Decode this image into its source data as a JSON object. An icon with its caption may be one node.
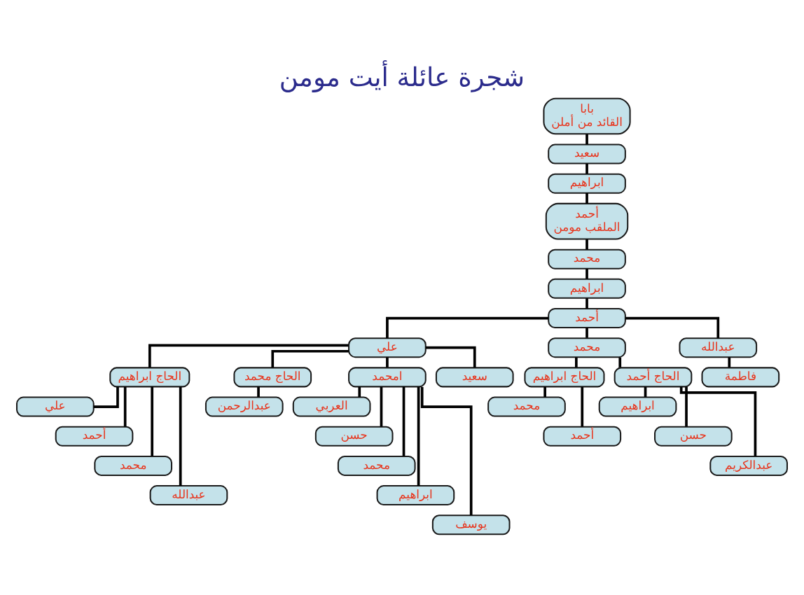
{
  "diagram": {
    "title": "شجرة عائلة أيت مومن",
    "nodes": [
      {
        "text": [
          "بابا",
          "القائد من أملن"
        ]
      },
      {
        "text": [
          "سعيد"
        ]
      },
      {
        "text": [
          "ابراهيم"
        ]
      },
      {
        "text": [
          "أحمد",
          "الملقب مومن"
        ]
      },
      {
        "text": [
          "محمد"
        ]
      },
      {
        "text": [
          "ابراهيم"
        ]
      },
      {
        "text": [
          "أحمد"
        ]
      },
      {
        "text": [
          "علي"
        ]
      },
      {
        "text": [
          "محمد"
        ]
      },
      {
        "text": [
          "عبدالله"
        ]
      },
      {
        "text": [
          "الحاج ابراهيم"
        ]
      },
      {
        "text": [
          "الحاج محمد"
        ]
      },
      {
        "text": [
          "امحمد"
        ]
      },
      {
        "text": [
          "سعيد"
        ]
      },
      {
        "text": [
          "الحاج ابراهيم"
        ]
      },
      {
        "text": [
          "الحاج أحمد"
        ]
      },
      {
        "text": [
          "فاطمة"
        ]
      },
      {
        "text": [
          "علي"
        ]
      },
      {
        "text": [
          "أحمد"
        ]
      },
      {
        "text": [
          "محمد"
        ]
      },
      {
        "text": [
          "عبدالله"
        ]
      },
      {
        "text": [
          "عبدالرحمن"
        ]
      },
      {
        "text": [
          "العربي"
        ]
      },
      {
        "text": [
          "حسن"
        ]
      },
      {
        "text": [
          "محمد"
        ]
      },
      {
        "text": [
          "ابراهيم"
        ]
      },
      {
        "text": [
          "يوسف"
        ]
      },
      {
        "text": [
          "محمد"
        ]
      },
      {
        "text": [
          "أحمد"
        ]
      },
      {
        "text": [
          "ابراهيم"
        ]
      },
      {
        "text": [
          "حسن"
        ]
      },
      {
        "text": [
          "عبدالكريم"
        ]
      }
    ],
    "edges": [
      {
        "from": 0,
        "to": 1,
        "arrow": "none"
      },
      {
        "from": 1,
        "to": 2,
        "arrow": "none"
      },
      {
        "from": 2,
        "to": 3,
        "arrow": "none"
      },
      {
        "from": 3,
        "to": 4,
        "arrow": "none"
      },
      {
        "from": 4,
        "to": 5,
        "arrow": "none"
      },
      {
        "from": 5,
        "to": 6,
        "arrow": "none"
      },
      {
        "from": 6,
        "to": 7,
        "arrow": "none"
      },
      {
        "from": 6,
        "to": 8,
        "arrow": "none"
      },
      {
        "from": 6,
        "to": 9,
        "arrow": "none"
      },
      {
        "from": 7,
        "to": 10,
        "arrow": "none"
      },
      {
        "from": 7,
        "to": 11,
        "arrow": "none"
      },
      {
        "from": 7,
        "to": 12,
        "arrow": "none"
      },
      {
        "from": 7,
        "to": 13,
        "arrow": "none"
      },
      {
        "from": 8,
        "to": 14,
        "arrow": "none"
      },
      {
        "from": 8,
        "to": 15,
        "arrow": "none"
      },
      {
        "from": 9,
        "to": 16,
        "arrow": "none"
      },
      {
        "from": 10,
        "to": 17,
        "arrow": "none"
      },
      {
        "from": 10,
        "to": 18,
        "arrow": "none"
      },
      {
        "from": 10,
        "to": 19,
        "arrow": "none"
      },
      {
        "from": 10,
        "to": 20,
        "arrow": "none"
      },
      {
        "from": 11,
        "to": 21,
        "arrow": "none"
      },
      {
        "from": 12,
        "to": 22,
        "arrow": "none"
      },
      {
        "from": 12,
        "to": 23,
        "arrow": "none"
      },
      {
        "from": 12,
        "to": 24,
        "arrow": "none"
      },
      {
        "from": 12,
        "to": 25,
        "arrow": "none"
      },
      {
        "from": 12,
        "to": 26,
        "arrow": "none"
      },
      {
        "from": 14,
        "to": 27,
        "arrow": "none"
      },
      {
        "from": 14,
        "to": 28,
        "arrow": "none"
      },
      {
        "from": 15,
        "to": 29,
        "arrow": "none"
      },
      {
        "from": 15,
        "to": 30,
        "arrow": "none"
      },
      {
        "from": 15,
        "to": 31,
        "arrow": "none"
      }
    ]
  }
}
